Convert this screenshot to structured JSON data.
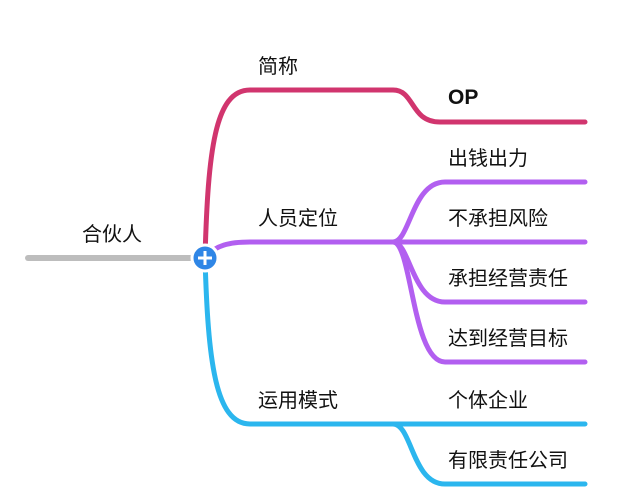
{
  "root": {
    "label": "合伙人"
  },
  "colors": {
    "root_line": "#bdbdbd",
    "knob": "#2f86e6",
    "branch_1": "#d1356e",
    "branch_2": "#b25ff0",
    "branch_3": "#2bb6ee"
  },
  "branches": [
    {
      "label": "简称",
      "children": [
        "OP"
      ]
    },
    {
      "label": "人员定位",
      "children": [
        "出钱出力",
        "不承担风险",
        "承担经营责任",
        "达到经营目标"
      ]
    },
    {
      "label": "运用模式",
      "children": [
        "个体企业",
        "有限责任公司"
      ]
    }
  ],
  "knob_icon": "plus-icon"
}
